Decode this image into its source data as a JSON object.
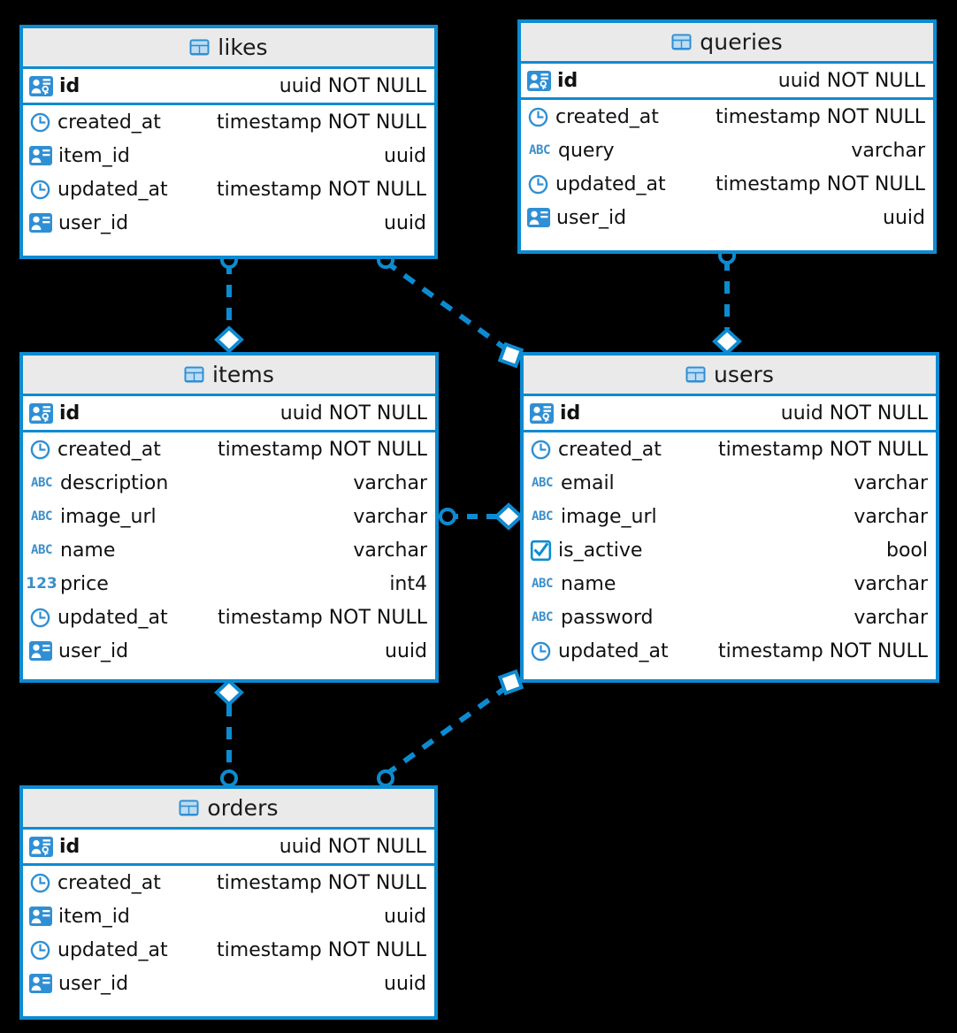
{
  "diagram": {
    "title": "database-er-diagram",
    "background": "#000000",
    "accent": "#0d8bd1",
    "header_fill": "#eaeaea"
  },
  "tables": [
    {
      "name": "likes",
      "icon": "table-icon",
      "primary_key": {
        "field": "id",
        "type": "uuid NOT NULL",
        "icon": "primary-key-icon"
      },
      "fields": [
        {
          "field": "created_at",
          "type": "timestamp NOT NULL",
          "icon": "clock-icon"
        },
        {
          "field": "item_id",
          "type": "uuid",
          "icon": "foreign-key-icon"
        },
        {
          "field": "updated_at",
          "type": "timestamp NOT NULL",
          "icon": "clock-icon"
        },
        {
          "field": "user_id",
          "type": "uuid",
          "icon": "foreign-key-icon"
        }
      ]
    },
    {
      "name": "queries",
      "icon": "table-icon",
      "primary_key": {
        "field": "id",
        "type": "uuid NOT NULL",
        "icon": "primary-key-icon"
      },
      "fields": [
        {
          "field": "created_at",
          "type": "timestamp NOT NULL",
          "icon": "clock-icon"
        },
        {
          "field": "query",
          "type": "varchar",
          "icon": "abc-icon"
        },
        {
          "field": "updated_at",
          "type": "timestamp NOT NULL",
          "icon": "clock-icon"
        },
        {
          "field": "user_id",
          "type": "uuid",
          "icon": "foreign-key-icon"
        }
      ]
    },
    {
      "name": "items",
      "icon": "table-icon",
      "primary_key": {
        "field": "id",
        "type": "uuid NOT NULL",
        "icon": "primary-key-icon"
      },
      "fields": [
        {
          "field": "created_at",
          "type": "timestamp NOT NULL",
          "icon": "clock-icon"
        },
        {
          "field": "description",
          "type": "varchar",
          "icon": "abc-icon"
        },
        {
          "field": "image_url",
          "type": "varchar",
          "icon": "abc-icon"
        },
        {
          "field": "name",
          "type": "varchar",
          "icon": "abc-icon"
        },
        {
          "field": "price",
          "type": "int4",
          "icon": "number-icon"
        },
        {
          "field": "updated_at",
          "type": "timestamp NOT NULL",
          "icon": "clock-icon"
        },
        {
          "field": "user_id",
          "type": "uuid",
          "icon": "foreign-key-icon"
        }
      ]
    },
    {
      "name": "users",
      "icon": "table-icon",
      "primary_key": {
        "field": "id",
        "type": "uuid NOT NULL",
        "icon": "primary-key-icon"
      },
      "fields": [
        {
          "field": "created_at",
          "type": "timestamp NOT NULL",
          "icon": "clock-icon"
        },
        {
          "field": "email",
          "type": "varchar",
          "icon": "abc-icon"
        },
        {
          "field": "image_url",
          "type": "varchar",
          "icon": "abc-icon"
        },
        {
          "field": "is_active",
          "type": "bool",
          "icon": "checkbox-icon"
        },
        {
          "field": "name",
          "type": "varchar",
          "icon": "abc-icon"
        },
        {
          "field": "password",
          "type": "varchar",
          "icon": "abc-icon"
        },
        {
          "field": "updated_at",
          "type": "timestamp NOT NULL",
          "icon": "clock-icon"
        }
      ]
    },
    {
      "name": "orders",
      "icon": "table-icon",
      "primary_key": {
        "field": "id",
        "type": "uuid NOT NULL",
        "icon": "primary-key-icon"
      },
      "fields": [
        {
          "field": "created_at",
          "type": "timestamp NOT NULL",
          "icon": "clock-icon"
        },
        {
          "field": "item_id",
          "type": "uuid",
          "icon": "foreign-key-icon"
        },
        {
          "field": "updated_at",
          "type": "timestamp NOT NULL",
          "icon": "clock-icon"
        },
        {
          "field": "user_id",
          "type": "uuid",
          "icon": "foreign-key-icon"
        }
      ]
    }
  ],
  "relationships": [
    {
      "from": "likes",
      "to": "items",
      "from_marker": "circle",
      "to_marker": "diamond"
    },
    {
      "from": "likes",
      "to": "users",
      "from_marker": "circle",
      "to_marker": "square"
    },
    {
      "from": "queries",
      "to": "users",
      "from_marker": "circle",
      "to_marker": "diamond"
    },
    {
      "from": "items",
      "to": "users",
      "from_marker": "circle",
      "to_marker": "diamond"
    },
    {
      "from": "orders",
      "to": "items",
      "from_marker": "circle",
      "to_marker": "diamond"
    },
    {
      "from": "orders",
      "to": "users",
      "from_marker": "circle",
      "to_marker": "square"
    }
  ]
}
